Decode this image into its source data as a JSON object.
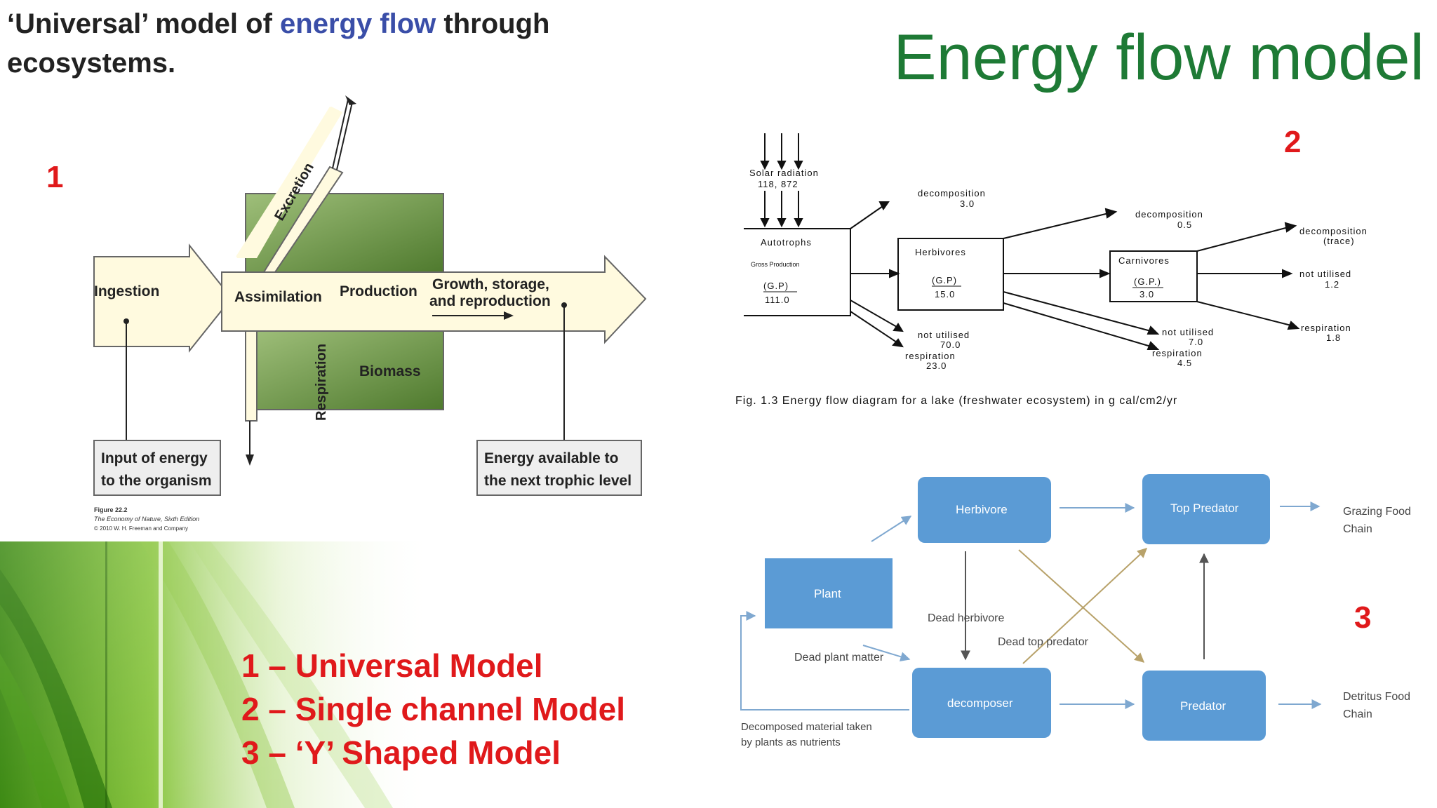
{
  "slide": {
    "title": "Energy flow model",
    "heading_prefix": "‘Universal’ model of ",
    "heading_highlight": "energy flow",
    "heading_suffix": " through",
    "heading_line2": "ecosystems."
  },
  "markers": {
    "one": "1",
    "two": "2",
    "three": "3"
  },
  "legend": [
    "1 – Universal Model",
    "2 – Single channel Model",
    "3 – ‘Y’ Shaped Model"
  ],
  "universal_model": {
    "ingestion": "Ingestion",
    "assimilation": "Assimilation",
    "production": "Production",
    "growth_line1": "Growth, storage,",
    "growth_line2": "and reproduction",
    "excretion": "Excretion",
    "respiration": "Respiration",
    "biomass": "Biomass",
    "input_line1": "Input of energy",
    "input_line2": "to the organism",
    "available_line1": "Energy available to",
    "available_line2": "the next trophic level",
    "figure_line1": "Figure 22.2",
    "figure_line2": "The Economy of Nature, Sixth Edition",
    "figure_line3": "© 2010 W. H. Freeman and Company"
  },
  "single_channel": {
    "solar_label": "Solar radiation",
    "solar_value": "118, 872",
    "autotrophs": "Autotrophs",
    "gross_production": "Gross Production",
    "auto_gp": "(G.P)",
    "auto_gp_value": "111.0",
    "herbivores": "Herbivores",
    "herb_gp": "(G.P)",
    "herb_gp_value": "15.0",
    "carnivores": "Carnivores",
    "carn_gp": "(G.P.)",
    "carn_gp_value": "3.0",
    "decomp1_label": "decomposition",
    "decomp1_value": "3.0",
    "decomp2_label": "decomposition",
    "decomp2_value": "0.5",
    "decomp3_label": "decomposition",
    "decomp3_value": "(trace)",
    "notutil1_label": "not utilised",
    "notutil1_value": "70.0",
    "resp1_label": "respiration",
    "resp1_value": "23.0",
    "notutil2_label": "not utilised",
    "notutil2_value": "7.0",
    "resp2_label": "respiration",
    "resp2_value": "4.5",
    "notutil3_label": "not utilised",
    "notutil3_value": "1.2",
    "resp3_label": "respiration",
    "resp3_value": "1.8",
    "caption": "Fig. 1.3  Energy flow diagram for a lake (freshwater ecosystem) in g cal/cm2/yr"
  },
  "y_model": {
    "plant": "Plant",
    "herbivore": "Herbivore",
    "top_predator": "Top Predator",
    "decomposer": "decomposer",
    "predator": "Predator",
    "grazing_line1": "Grazing Food",
    "grazing_line2": "Chain",
    "detritus_line1": "Detritus Food",
    "detritus_line2": "Chain",
    "dead_herbivore": "Dead herbivore",
    "dead_top_predator": "Dead top predator",
    "dead_plant_matter": "Dead plant matter",
    "decomposed_line1": "Decomposed material taken",
    "decomposed_line2": "by plants as nutrients"
  }
}
